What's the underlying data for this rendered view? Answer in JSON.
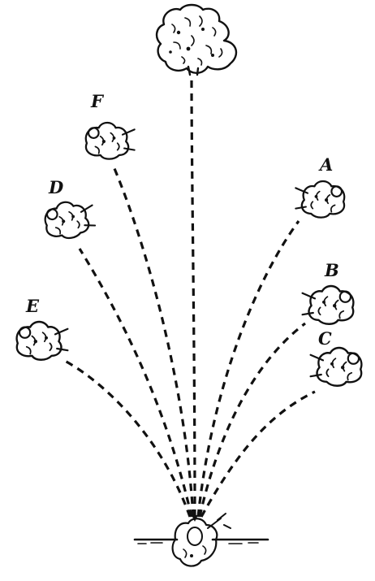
{
  "diagram": {
    "labels": {
      "a": "A",
      "b": "B",
      "c": "C",
      "d": "D",
      "e": "E",
      "f": "F"
    },
    "icons": {
      "origin": "soldier-in-trench-icon",
      "target": "tree-bush-icon",
      "figure": "prone-soldier-icon"
    }
  }
}
